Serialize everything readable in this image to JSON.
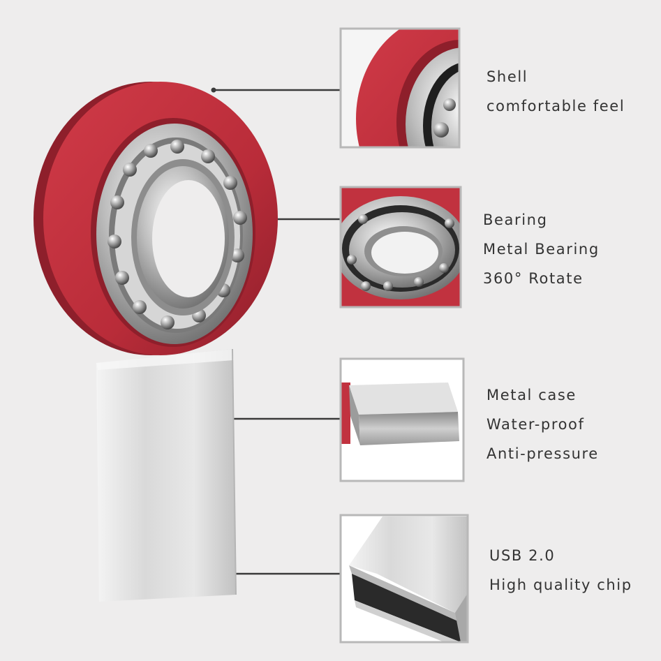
{
  "colors": {
    "background": "#eeeded",
    "shell_red": "#c1323f",
    "shell_red_dark": "#8e1f2b",
    "metal": "#d4d4d4",
    "leader_line": "#3a3a3a",
    "frame": "#b8b8b8",
    "text": "#333333"
  },
  "features": [
    {
      "name": "Shell",
      "lines": [
        "Shell",
        "comfortable feel"
      ]
    },
    {
      "name": "Bearing",
      "lines": [
        "Bearing",
        "Metal Bearing",
        "360° Rotate"
      ]
    },
    {
      "name": "Metal case",
      "lines": [
        "Metal case",
        "Water-proof",
        "Anti-pressure"
      ]
    },
    {
      "name": "USB",
      "lines": [
        "USB 2.0",
        "High quality chip"
      ]
    }
  ]
}
